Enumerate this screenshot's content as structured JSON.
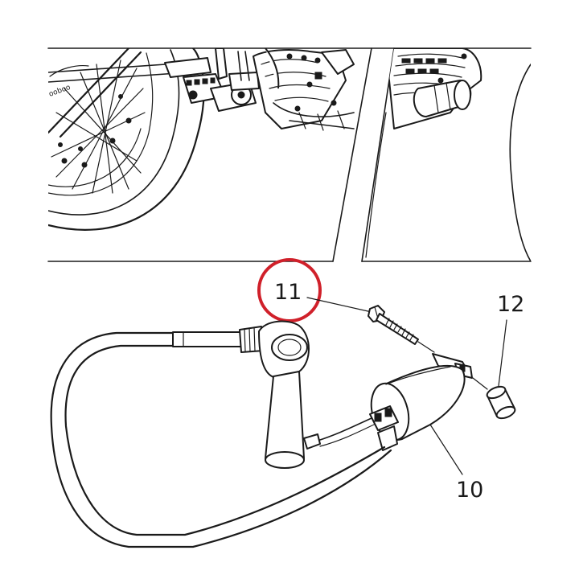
{
  "diagram": {
    "callouts": [
      {
        "id": "11",
        "label": "11",
        "highlighted": true
      },
      {
        "id": "12",
        "label": "12",
        "highlighted": false
      },
      {
        "id": "10",
        "label": "10",
        "highlighted": false
      }
    ],
    "highlight_color": "#d0202a",
    "line_color": "#1a1a1a",
    "background_color": "#ffffff"
  }
}
